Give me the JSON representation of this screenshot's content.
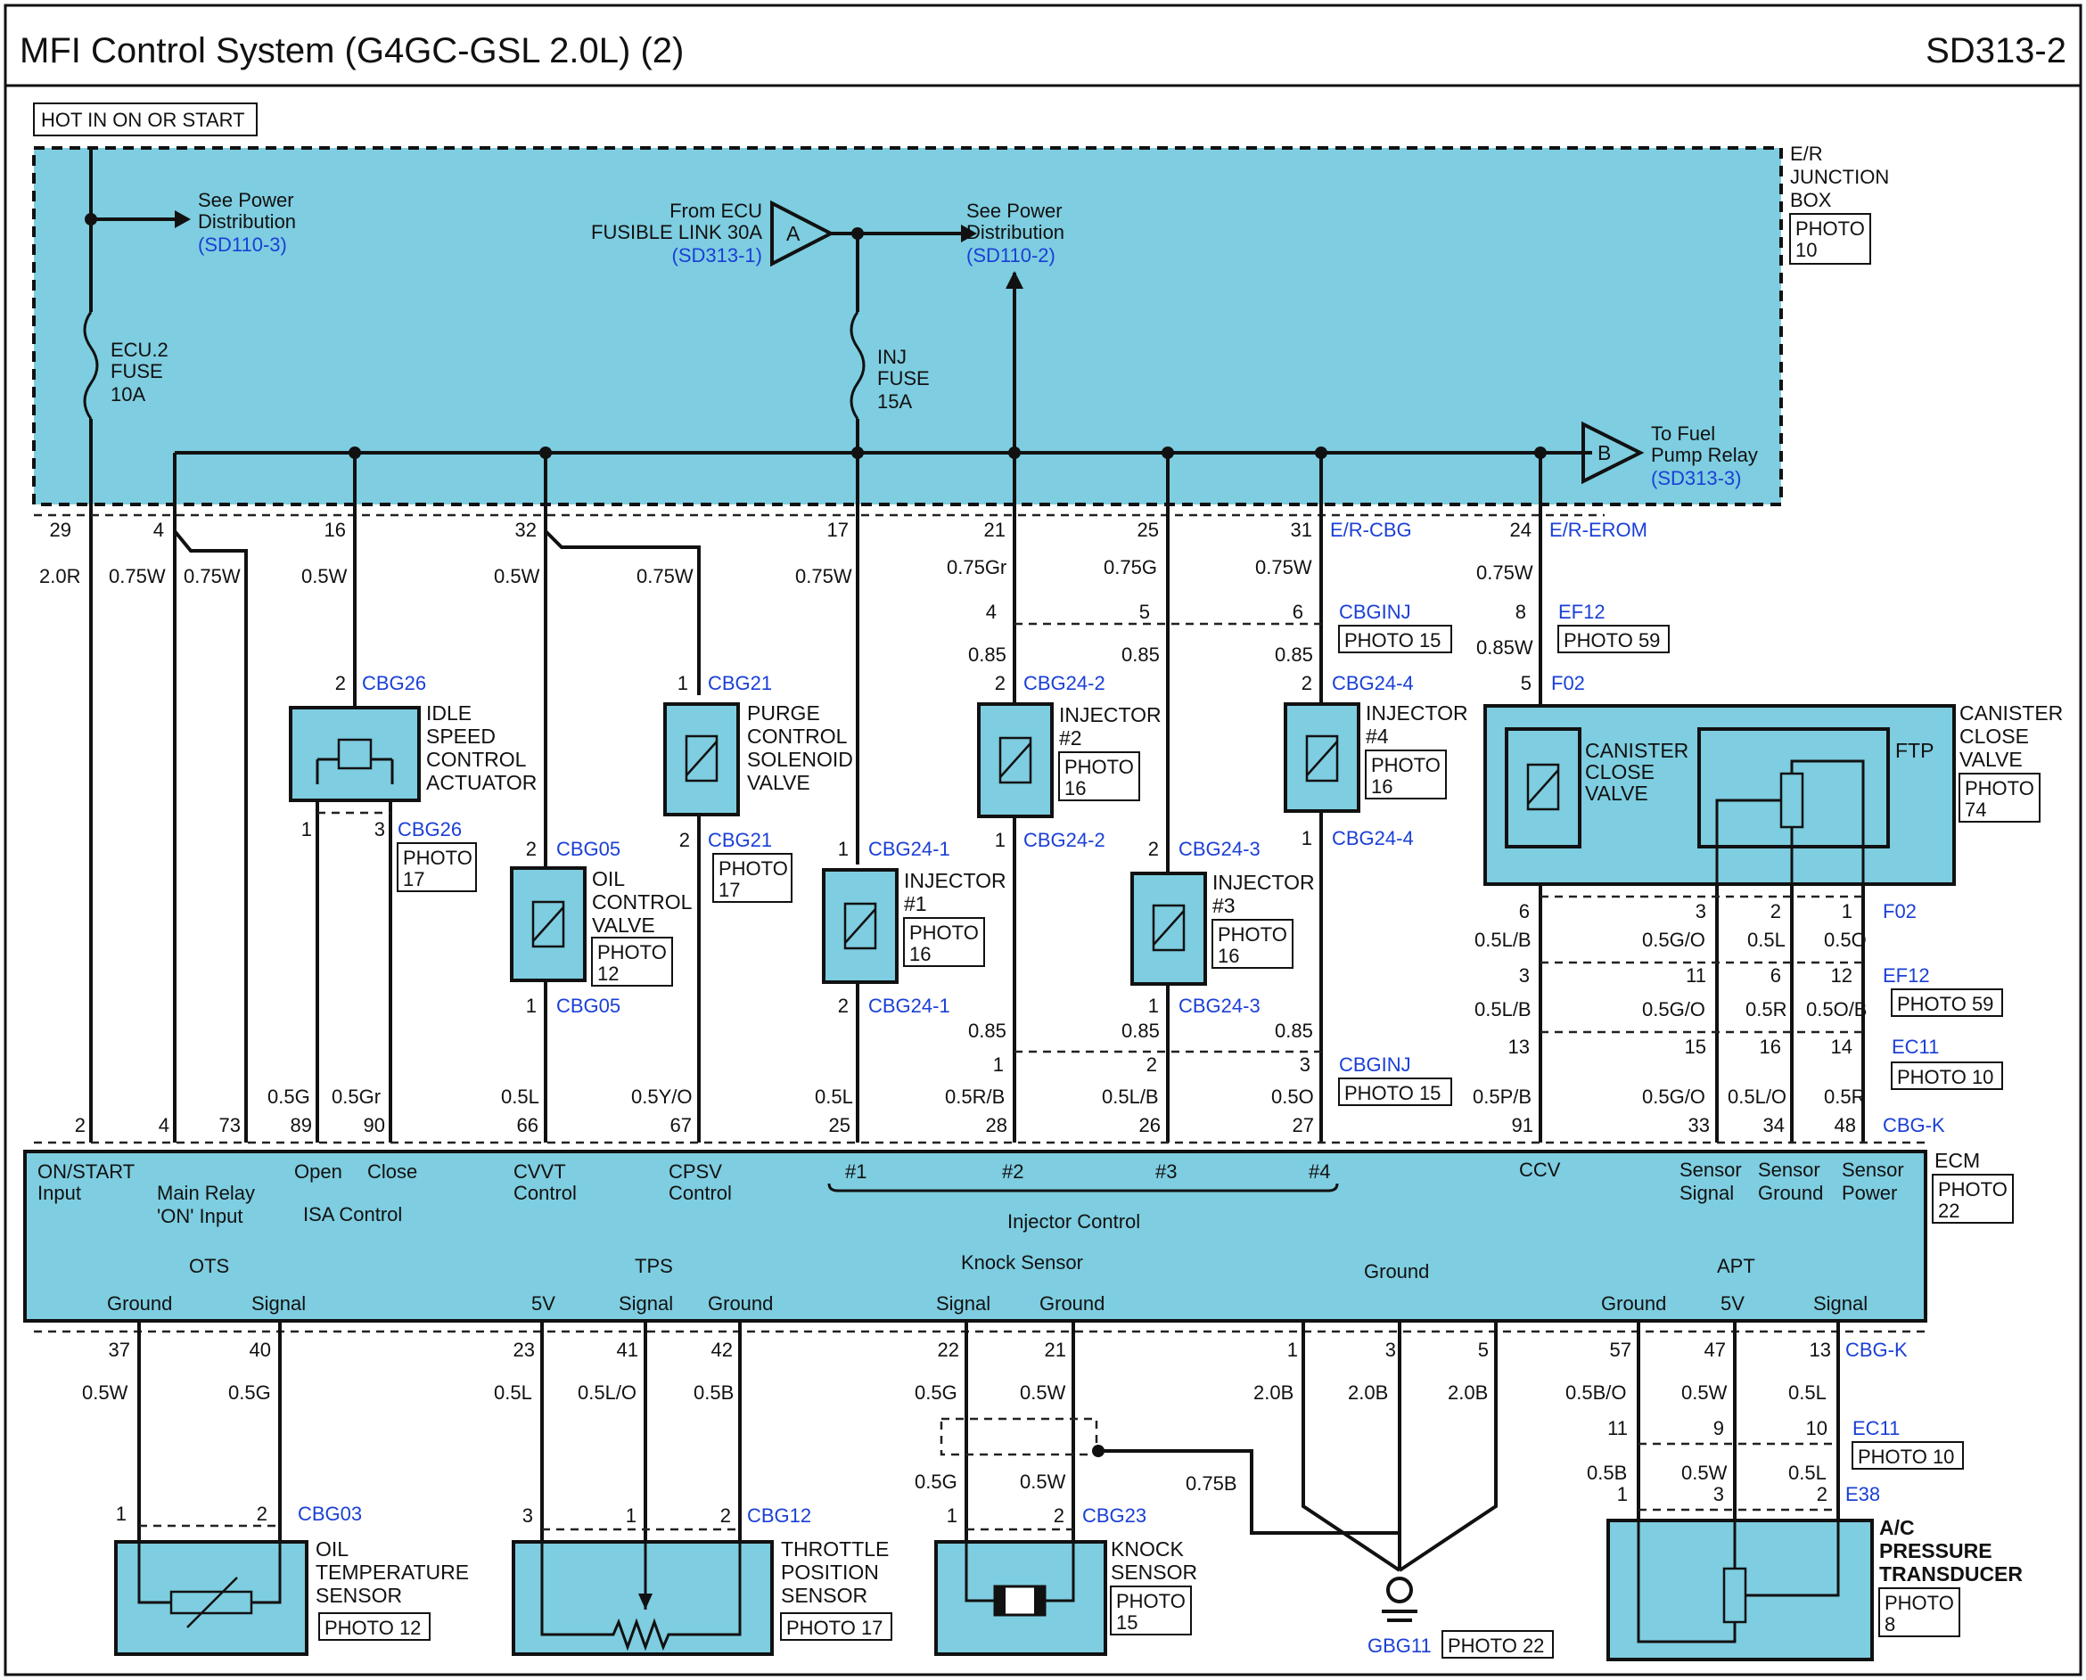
{
  "header": {
    "title": "MFI Control System (G4GC-GSL 2.0L) (2)",
    "code": "SD313-2"
  },
  "top_label": "HOT IN ON OR START",
  "junction_box": {
    "name": [
      "E/R",
      "JUNCTION",
      "BOX"
    ],
    "photo": [
      "PHOTO",
      "10"
    ]
  },
  "refs": {
    "pd1": [
      "See Power",
      "Distribution"
    ],
    "pd1_ref": "(SD110-3)",
    "ecu_link": [
      "From ECU",
      "FUSIBLE LINK 30A"
    ],
    "ecu_link_ref": "(SD313-1)",
    "pd2": [
      "See Power",
      "Distribution"
    ],
    "pd2_ref": "(SD110-2)",
    "fuel": [
      "To Fuel",
      "Pump Relay"
    ],
    "fuel_ref": "(SD313-3)",
    "conn_a": "A",
    "conn_b": "B"
  },
  "fuses": {
    "ecu2": [
      "ECU.2",
      "FUSE",
      "10A"
    ],
    "inj": [
      "INJ",
      "FUSE",
      "15A"
    ]
  },
  "pins_top": [
    "29",
    "4",
    "16",
    "32",
    "17",
    "21",
    "25",
    "31",
    "24"
  ],
  "pin_labels_extra": {
    "er_cbg": "E/R-CBG",
    "er_erom": "E/R-EROM"
  },
  "wires_top": [
    "2.0R",
    "0.75W",
    "0.75W",
    "0.5W",
    "0.5W",
    "0.75W",
    "0.75W",
    "0.75Gr",
    "0.75G",
    "0.75W",
    "0.75W"
  ],
  "cbginj": {
    "label": "CBGINJ",
    "photo": "PHOTO 15",
    "pins": [
      "4",
      "5",
      "6"
    ],
    "w": "0.85"
  },
  "ef12": {
    "label": "EF12",
    "photo": "PHOTO 59",
    "pin": "8",
    "w": "0.85W"
  },
  "components": {
    "isa": {
      "name": [
        "IDLE",
        "SPEED",
        "CONTROL",
        "ACTUATOR"
      ],
      "conn": "CBG26",
      "photo": [
        "PHOTO",
        "17"
      ],
      "pins": [
        "2",
        "1",
        "3"
      ]
    },
    "pcsv": {
      "name": [
        "PURGE",
        "CONTROL",
        "SOLENOID",
        "VALVE"
      ],
      "conn": "CBG21",
      "photo": [
        "PHOTO",
        "17"
      ],
      "pins": [
        "1",
        "2"
      ]
    },
    "ocv": {
      "name": [
        "OIL",
        "CONTROL",
        "VALVE"
      ],
      "conn": "CBG05",
      "photo": [
        "PHOTO",
        "12"
      ],
      "pins": [
        "2",
        "1"
      ]
    },
    "inj1": {
      "name": [
        "INJECTOR",
        "#1"
      ],
      "conn": "CBG24-1",
      "photo": [
        "PHOTO",
        "16"
      ],
      "pins": [
        "1",
        "2"
      ]
    },
    "inj2": {
      "name": [
        "INJECTOR",
        "#2"
      ],
      "conn": "CBG24-2",
      "photo": [
        "PHOTO",
        "16"
      ],
      "pins": [
        "2",
        "1"
      ]
    },
    "inj3": {
      "name": [
        "INJECTOR",
        "#3"
      ],
      "conn": "CBG24-3",
      "photo": [
        "PHOTO",
        "16"
      ],
      "pins": [
        "2",
        "1"
      ]
    },
    "inj4": {
      "name": [
        "INJECTOR",
        "#4"
      ],
      "conn": "CBG24-4",
      "photo": [
        "PHOTO",
        "16"
      ],
      "pins": [
        "2",
        "1"
      ]
    },
    "ccv": {
      "title": [
        "CANISTER",
        "CLOSE",
        "VALVE"
      ],
      "inner": [
        "CANISTER",
        "CLOSE",
        "VALVE"
      ],
      "ftp": "FTP",
      "conn": "F02",
      "photo": [
        "PHOTO",
        "74"
      ],
      "pin_top": "5"
    }
  },
  "ccv_pins": {
    "p6": "6",
    "p3": "3",
    "p2": "2",
    "p1": "1",
    "f02": "F02",
    "w1": [
      "0.5L/B",
      "0.5G/O",
      "0.5L",
      "0.5O"
    ],
    "ef12_pins": [
      "3",
      "11",
      "6",
      "12"
    ],
    "ef12": "EF12",
    "ef12_photo": "PHOTO 59",
    "w2": [
      "0.5L/B",
      "0.5G/O",
      "0.5R",
      "0.5O/B"
    ],
    "ec11_pins": [
      "13",
      "15",
      "16",
      "14"
    ],
    "ec11": "EC11",
    "ec11_photo": "PHOTO 10",
    "w3": [
      "0.5P/B",
      "0.5G/O",
      "0.5L/O",
      "0.5R"
    ]
  },
  "lower_w": {
    "isa": [
      "0.5G",
      "0.5Gr"
    ],
    "ocv": "0.5L",
    "pcsv": "0.5Y/O",
    "inj1": "0.5L",
    "inj": [
      "0.85",
      "0.85",
      "0.85"
    ],
    "cbginj_pins": [
      "1",
      "2",
      "3"
    ],
    "inj_w": [
      "0.5R/B",
      "0.5L/B",
      "0.5O"
    ]
  },
  "ecm_pins_top": [
    "2",
    "4",
    "73",
    "89",
    "90",
    "66",
    "67",
    "25",
    "28",
    "26",
    "27",
    "91",
    "33",
    "34",
    "48"
  ],
  "ecm": {
    "name": "ECM",
    "photo": [
      "PHOTO",
      "22"
    ],
    "conn_top": "CBG-K",
    "conn_bot": "CBG-K",
    "on_start": [
      "ON/START",
      "Input"
    ],
    "main_relay": [
      "Main Relay",
      "'ON' Input"
    ],
    "isa": [
      "Open",
      "Close",
      "ISA Control"
    ],
    "cvvt": [
      "CVVT",
      "Control"
    ],
    "cpsv": [
      "CPSV",
      "Control"
    ],
    "inj": [
      "#1",
      "#2",
      "#3",
      "#4",
      "Injector Control"
    ],
    "ccv": "CCV",
    "sensor": [
      [
        "Sensor",
        "Signal"
      ],
      [
        "Sensor",
        "Ground"
      ],
      [
        "Sensor",
        "Power"
      ]
    ],
    "ots": [
      "OTS",
      "Ground",
      "Signal"
    ],
    "tps": [
      "TPS",
      "5V",
      "Signal",
      "Ground"
    ],
    "knock": [
      "Knock Sensor",
      "Signal",
      "Ground"
    ],
    "ground": "Ground",
    "apt": [
      "APT",
      "Ground",
      "5V",
      "Signal"
    ]
  },
  "ecm_pins_bot": [
    "37",
    "40",
    "23",
    "41",
    "42",
    "22",
    "21",
    "1",
    "3",
    "5",
    "57",
    "47",
    "13"
  ],
  "bottom_wires": [
    "0.5W",
    "0.5G",
    "0.5L",
    "0.5L/O",
    "0.5B",
    "0.5G",
    "0.5W",
    "2.0B",
    "2.0B",
    "2.0B",
    "0.5B/O",
    "0.5W",
    "0.5L"
  ],
  "ots_sensor": {
    "name": [
      "OIL",
      "TEMPERATURE",
      "SENSOR"
    ],
    "conn": "CBG03",
    "photo": "PHOTO 12",
    "pins": [
      "1",
      "2"
    ]
  },
  "tps_sensor": {
    "name": [
      "THROTTLE",
      "POSITION",
      "SENSOR"
    ],
    "conn": "CBG12",
    "photo": "PHOTO 17",
    "pins": [
      "3",
      "1",
      "2"
    ]
  },
  "knock_sensor": {
    "name": [
      "KNOCK",
      "SENSOR"
    ],
    "conn": "CBG23",
    "photo": [
      "PHOTO",
      "15"
    ],
    "pins": [
      "1",
      "2"
    ],
    "w": [
      "0.5G",
      "0.5W"
    ],
    "shield": "0.75B"
  },
  "ground": {
    "name": "GBG11",
    "photo": "PHOTO 22"
  },
  "apt_sensor": {
    "name": [
      "A/C",
      "PRESSURE",
      "TRANSDUCER"
    ],
    "conn": "E38",
    "photo": [
      "PHOTO",
      "8"
    ],
    "ec11": "EC11",
    "ec11_photo": "PHOTO 10",
    "ec11_pins": [
      "11",
      "9",
      "10"
    ],
    "pins": [
      "1",
      "3",
      "2"
    ],
    "w": [
      "0.5B",
      "0.5W",
      "0.5L"
    ]
  }
}
